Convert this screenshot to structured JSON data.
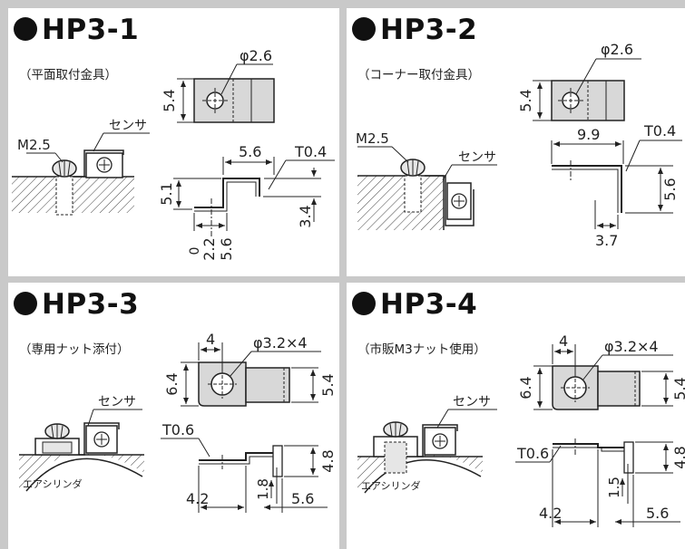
{
  "panels": {
    "hp3_1": {
      "title": "HP3-1",
      "subtitle": "（平面取付金具）",
      "hole_dia": "φ2.6",
      "bracket_height": "5.4",
      "screw_label": "M2.5",
      "sensor_label": "センサ",
      "thickness": "T0.4",
      "width": "5.6",
      "height": "5.1",
      "depth": "3.4",
      "pos_0": "0",
      "pos_1": "2.2",
      "pos_2": "5.6"
    },
    "hp3_2": {
      "title": "HP3-2",
      "subtitle": "（コーナー取付金具）",
      "hole_dia": "φ2.6",
      "bracket_height": "5.4",
      "screw_label": "M2.5",
      "sensor_label": "センサ",
      "thickness": "T0.4",
      "width": "9.9",
      "height": "5.6",
      "depth": "3.7"
    },
    "hp3_3": {
      "title": "HP3-3",
      "subtitle": "（専用ナット添付）",
      "hole_pitch": "4",
      "hole_dia": "φ3.2×4",
      "height_left": "6.4",
      "height_right": "5.4",
      "sensor_label": "センサ",
      "cylinder_label": "エアシリンダ",
      "thickness": "T0.6",
      "step_height": "4.8",
      "step_offset": "1.8",
      "len_a": "4.2",
      "len_b": "5.6"
    },
    "hp3_4": {
      "title": "HP3-4",
      "subtitle": "（市販M3ナット使用）",
      "hole_pitch": "4",
      "hole_dia": "φ3.2×4",
      "height_left": "6.4",
      "height_right": "5.4",
      "sensor_label": "センサ",
      "cylinder_label": "エアシリンダ",
      "thickness": "T0.6",
      "step_height": "4.8",
      "step_offset": "1.5",
      "len_a": "4.2",
      "len_b": "5.6"
    }
  }
}
